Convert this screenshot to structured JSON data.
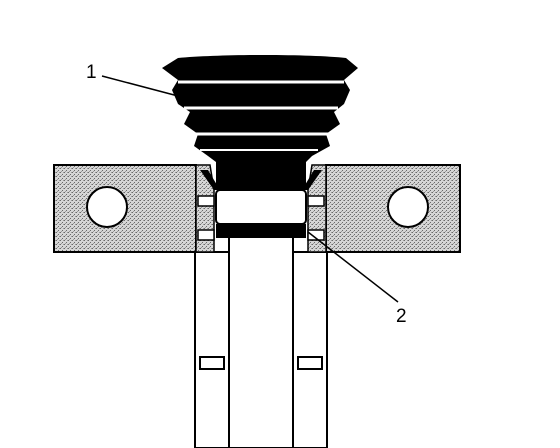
{
  "callouts": [
    {
      "id": "1",
      "label": "1"
    },
    {
      "id": "2",
      "label": "2"
    }
  ],
  "colors": {
    "ink": "#000000",
    "paper": "#ffffff",
    "stipple_light": "#d6d6d6",
    "stipple_dark": "#6a6a6a"
  }
}
